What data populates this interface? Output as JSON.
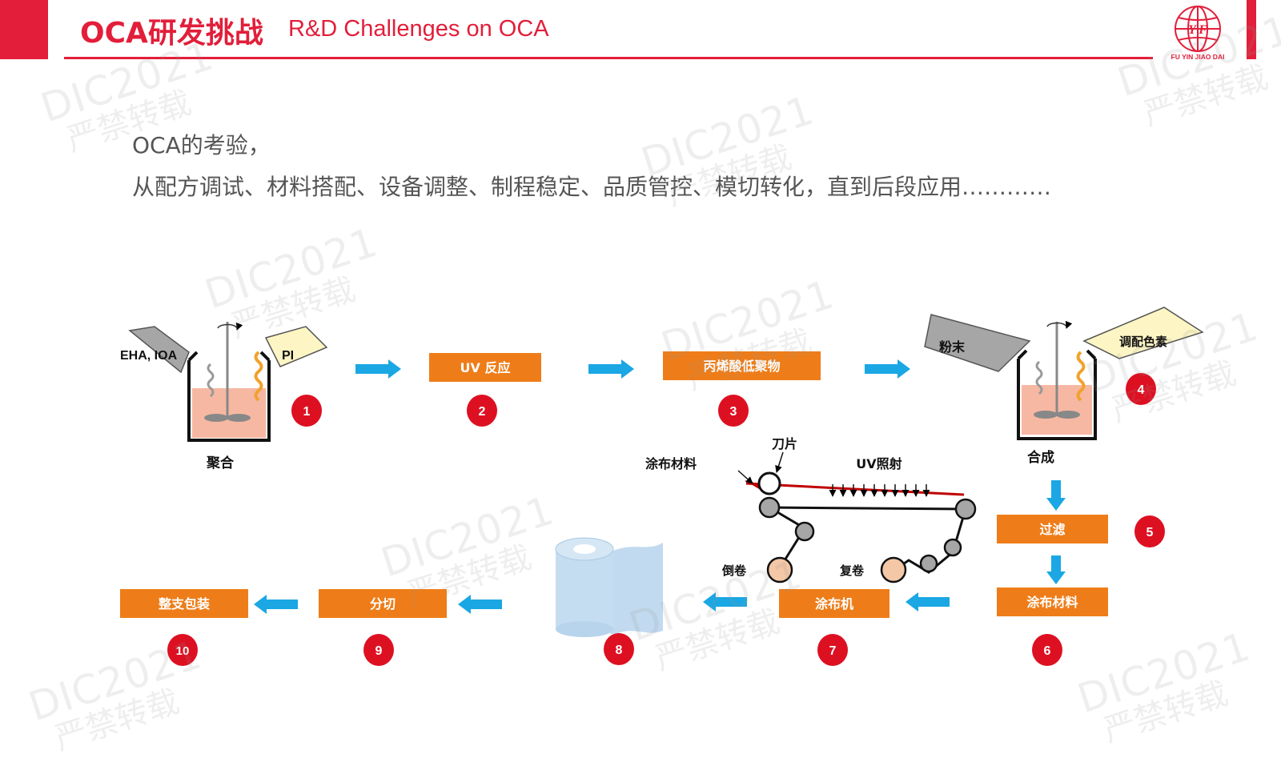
{
  "header": {
    "title_zh": "OCA研发挑战",
    "title_en": "R&D Challenges on OCA",
    "logo_text": "FU YIN JIAO DAI",
    "logo_mark": "Y F"
  },
  "intro": {
    "line1": "OCA的考验，",
    "line2": "从配方调试、材料搭配、设备调整、制程稳定、品质管控、模切转化，直到后段应用…………"
  },
  "watermark": {
    "line1": "DIC2021",
    "line2": "严禁转载"
  },
  "colors": {
    "brand_red": "#e21e3a",
    "step_orange": "#ee7d19",
    "arrow_blue": "#1aa7e4",
    "badge_red": "#dd1022",
    "liquid_pink": "#f6b8a2"
  },
  "diagram": {
    "material_eha": "EHA, IOA",
    "material_pi": "PI",
    "label_polymerize": "聚合",
    "label_synthesize": "合成",
    "material_powder": "粉末",
    "material_pigment": "调配色素",
    "label_coating_material": "涂布材料",
    "label_blade": "刀片",
    "label_uv_irradiation": "UV照射",
    "label_unwind": "倒卷",
    "label_rewind": "复卷",
    "boxes": {
      "uv_reaction": "UV 反应",
      "acrylic_oligomer": "丙烯酸低聚物",
      "filter": "过滤",
      "coating_material": "涂布材料",
      "coater": "涂布机",
      "slitting": "分切",
      "packaging": "整支包装"
    },
    "steps": [
      "1",
      "2",
      "3",
      "4",
      "5",
      "6",
      "7",
      "8",
      "9",
      "10"
    ]
  }
}
